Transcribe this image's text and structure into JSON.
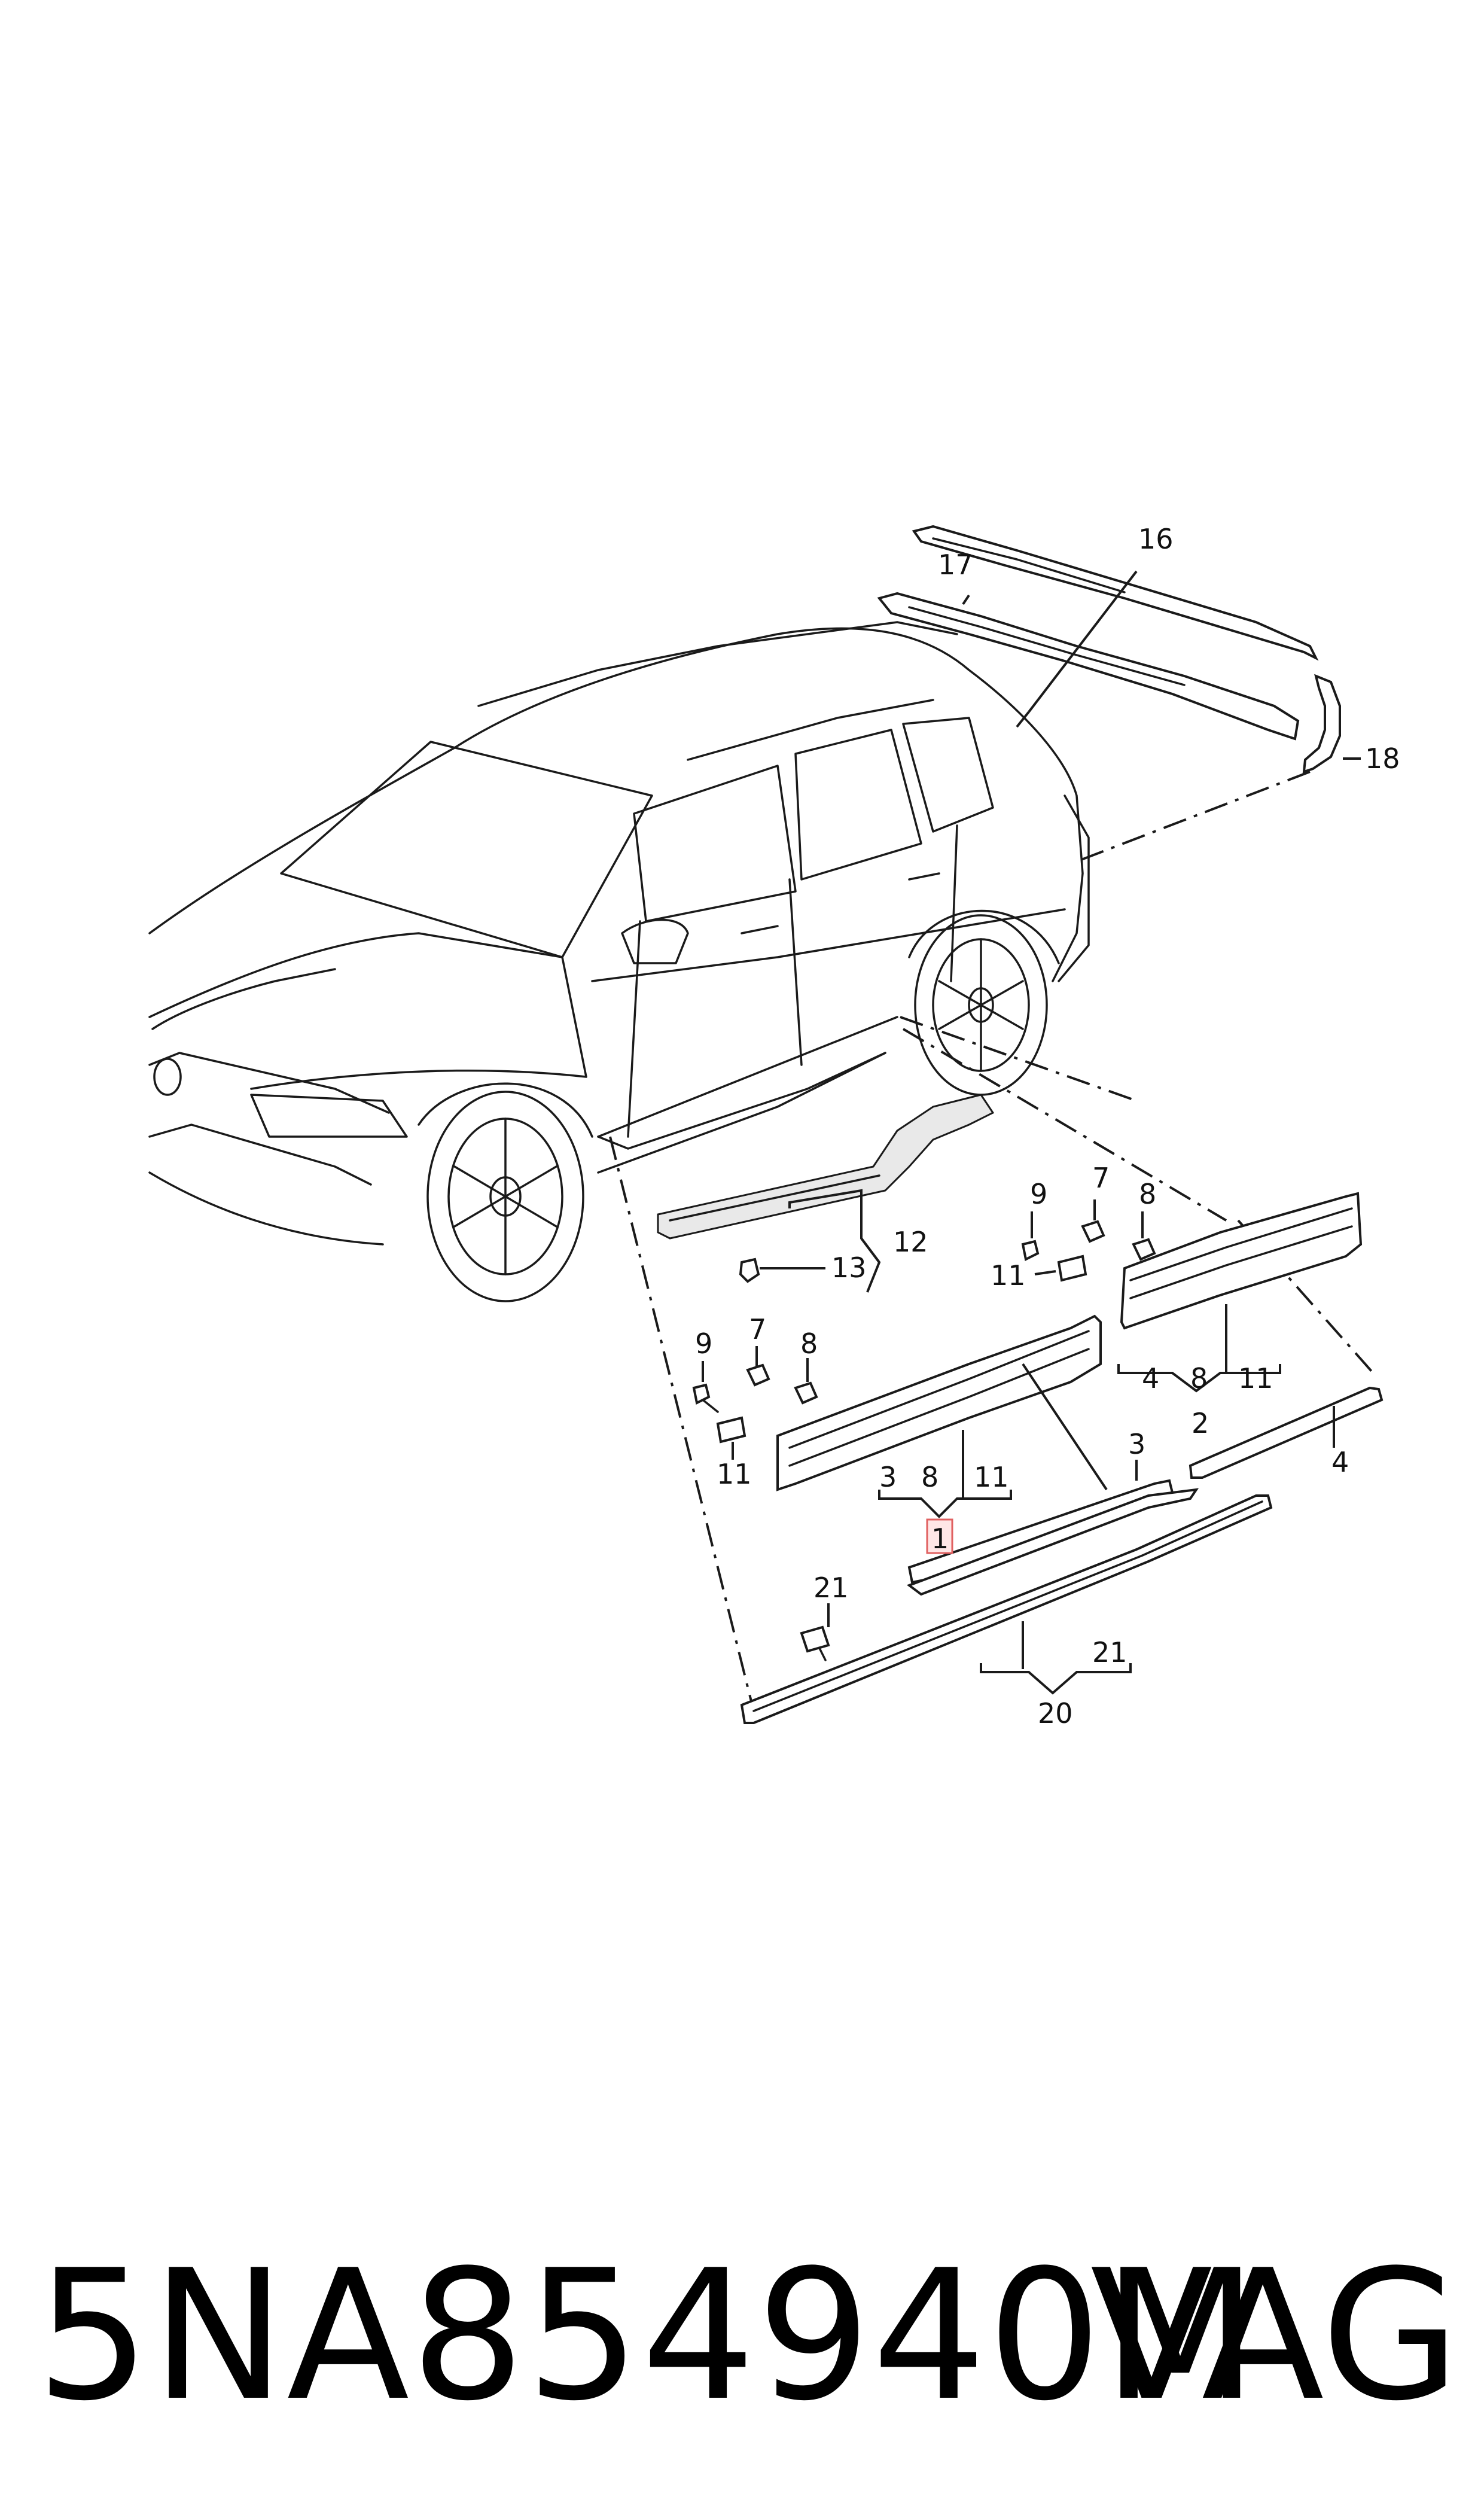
{
  "diagram": {
    "callouts": {
      "c1": "1",
      "c2": "2",
      "c3a": "3",
      "c3b": "3",
      "c4a": "4",
      "c4b": "4",
      "c7a": "7",
      "c7b": "7",
      "c8a": "8",
      "c8b": "8",
      "c8c": "8",
      "c8d": "8",
      "c9a": "9",
      "c9b": "9",
      "c11a": "11",
      "c11b": "11",
      "c11c": "11",
      "c11d": "11",
      "c12": "12",
      "c13": "13",
      "c16": "16",
      "c17": "17",
      "c18": "18",
      "c20": "20",
      "c21a": "21",
      "c21b": "21"
    },
    "highlighted_callout": "1",
    "highlight_color": "#ffe6e6"
  },
  "footer": {
    "part_number": "5NA854940M",
    "brand": "VAG"
  }
}
